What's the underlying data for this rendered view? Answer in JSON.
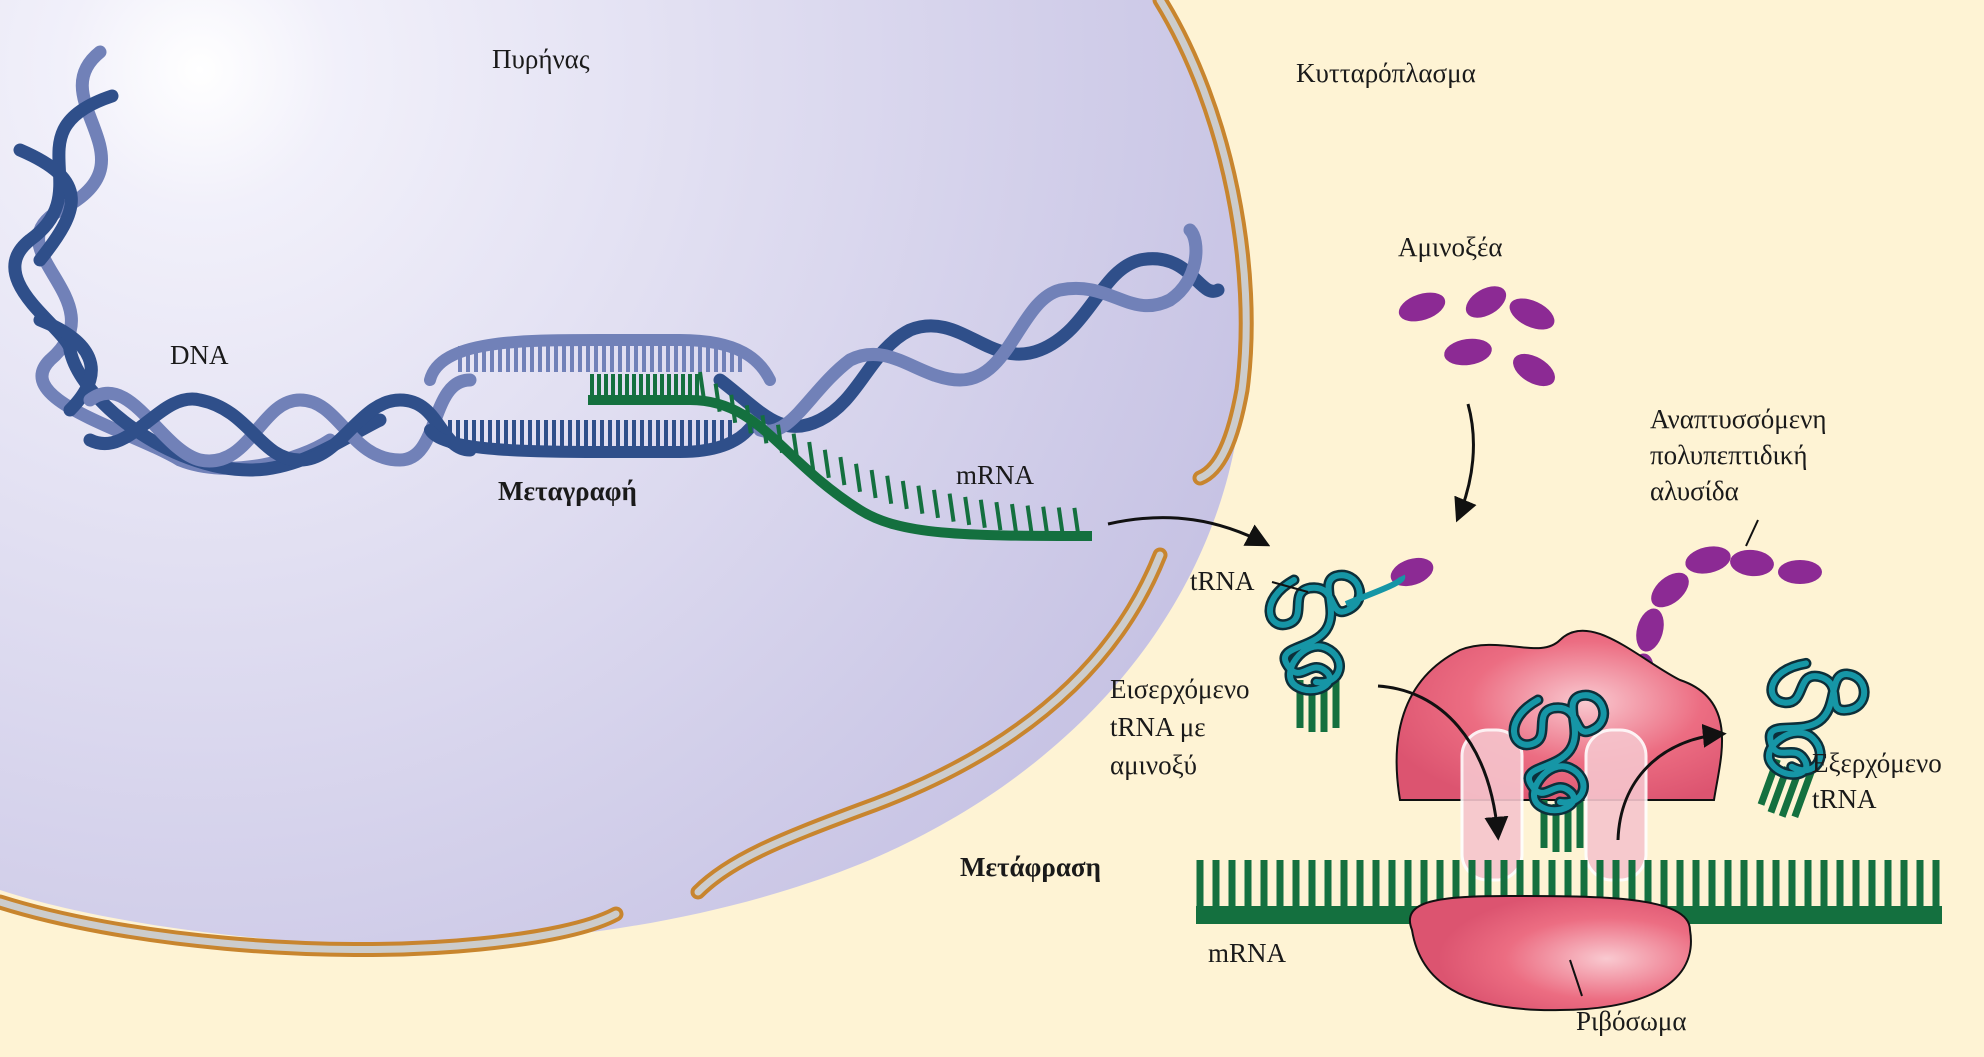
{
  "labels": {
    "nucleus": "Πυρήνας",
    "cytoplasm": "Κυτταρόπλασμα",
    "dna": "DNA",
    "transcription": "Μεταγραφή",
    "mrna_nucleus": "mRNA",
    "amino_acids": "Αμινοξέα",
    "polypeptide": [
      "Αναπτυσσόμενη",
      "πολυπεπτιδική",
      "αλυσίδα"
    ],
    "trna": "tRNA",
    "incoming_trna": [
      "Εισερχόμενο",
      "tRNA με",
      "αμινοξύ"
    ],
    "outgoing_trna": [
      "Εξερχόμενο",
      "tRNA"
    ],
    "translation": "Μετάφραση",
    "mrna_cytoplasm": "mRNA",
    "ribosome": "Ριβόσωμα"
  },
  "colors": {
    "cytoplasm": "#fef3d4",
    "nucleus_light": "#f1f0fa",
    "nucleus_dark": "#c8c4e4",
    "envelope": "#c8852e",
    "dna_dark": "#2f4f8a",
    "dna_light": "#7181b8",
    "mrna": "#14703f",
    "amino_acid": "#8c2a94",
    "trna": "#12909e",
    "ribosome": "#e9647c"
  }
}
